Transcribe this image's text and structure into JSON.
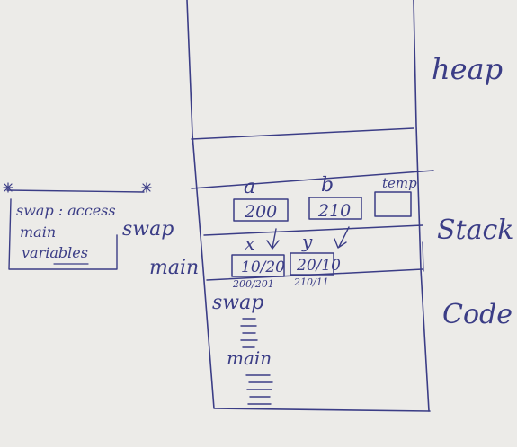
{
  "regions": {
    "heap": "heap",
    "stack": "Stack",
    "code": "Code"
  },
  "frames": {
    "swap_label": "swap",
    "main_label": "main",
    "swap_vars": [
      {
        "name": "a",
        "value": "200"
      },
      {
        "name": "b",
        "value": "210"
      },
      {
        "name": "temp",
        "value": ""
      }
    ],
    "main_vars": [
      {
        "name": "x",
        "value": "10/20",
        "address": "200/201"
      },
      {
        "name": "y",
        "value": "20/10",
        "address": "210/11"
      }
    ]
  },
  "code_section": {
    "swap_label": "swap",
    "main_label": "main"
  },
  "note": {
    "line1": "swap : access",
    "line2": "main",
    "line3": "variables"
  },
  "colors": {
    "ink": "#3b3d86",
    "paper": "#ecebe8"
  }
}
